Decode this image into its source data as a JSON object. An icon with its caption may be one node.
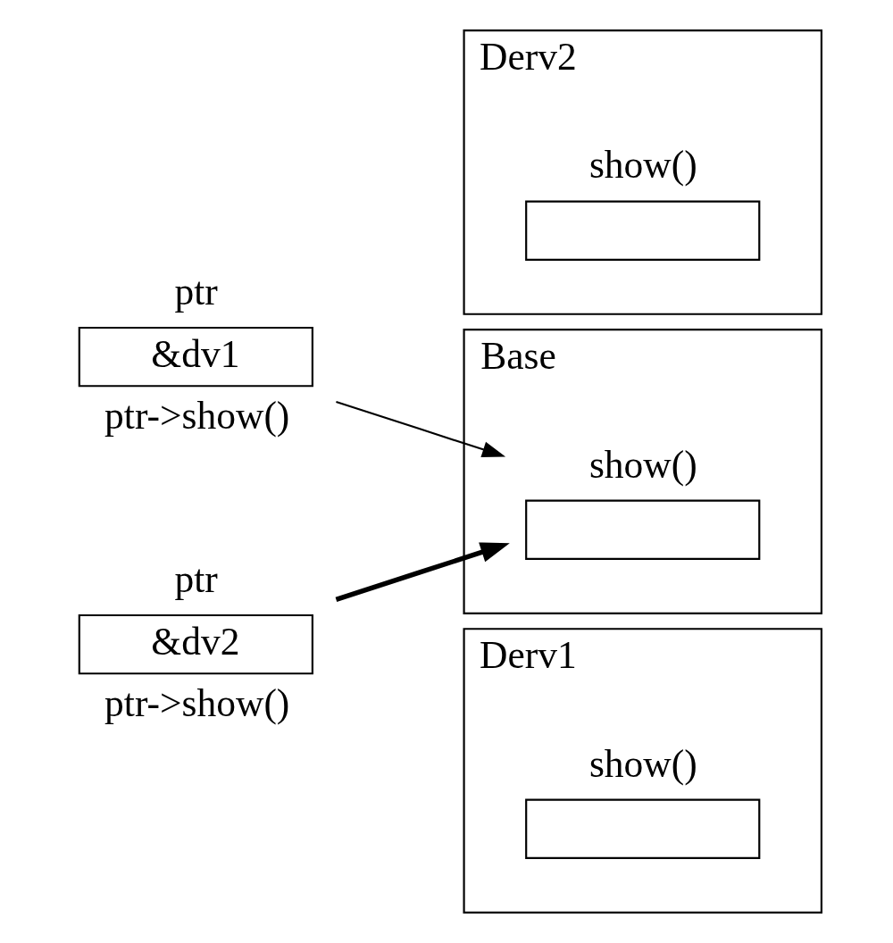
{
  "diagram": {
    "nodes": [
      {
        "text": [
          "ptr",
          "&dv1"
        ],
        "beside": [
          "ptr->show()"
        ]
      },
      {
        "text": [
          "ptr",
          "&dv2"
        ],
        "beside": [
          "ptr->show()"
        ]
      },
      {
        "text": [
          "Base"
        ]
      },
      {
        "text": [
          "show()"
        ],
        "in": 2
      },
      {
        "text": [
          "Derv1"
        ]
      },
      {
        "text": [
          "show()"
        ],
        "in": 4
      },
      {
        "text": [
          "Derv2"
        ]
      },
      {
        "text": [
          "show()"
        ],
        "in": 6
      }
    ],
    "edges": [
      {
        "from": 0,
        "to": 3,
        "arrow": "to"
      },
      {
        "from": 1,
        "to": 3,
        "arrow": "to",
        "style": "thick"
      }
    ]
  }
}
